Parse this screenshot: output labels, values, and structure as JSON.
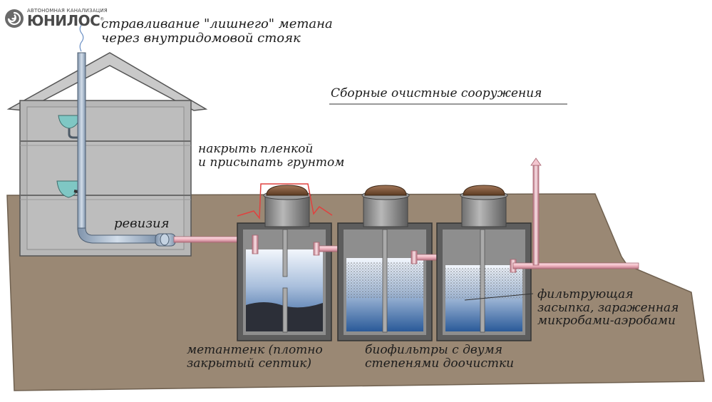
{
  "logo": {
    "subtitle": "АВТОНОМНАЯ КАНАЛИЗАЦИЯ",
    "name": "ЮНИЛОС",
    "mark": "®"
  },
  "labels": {
    "vent_line1": "стравливание \"лишнего\" метана",
    "vent_line2": "через внутридомовой стояк",
    "title": "Сборные очистные сооружения",
    "cover_line1": "накрыть пленкой",
    "cover_line2": "и присыпать грунтом",
    "revision": "ревизия",
    "methane_line1": "метантенк (плотно",
    "methane_line2": "закрытый септик)",
    "biofilter_line1": "биофильтры с двумя",
    "biofilter_line2": "степенями доочистки",
    "fill_line1": "фильтрующая",
    "fill_line2": "засыпка, зараженная",
    "fill_line3": "микробами-аэробами"
  },
  "colors": {
    "ground": "#9a8874",
    "house_wall": "#b9b9b9",
    "roof": "#c8c8c8",
    "tank_shell": "#5f5f5f",
    "tank_top": "#8c8c8c",
    "water_top": "#eef3fb",
    "water_bottom": "#2d5d9b",
    "sludge": "#2c2f38",
    "pipe_pink": "#f3c6cf",
    "pipe_pink_dark": "#a86470",
    "stack_blue": "#aebfd1",
    "cap_brown": "#7a5333",
    "film_red": "#e0413f"
  }
}
